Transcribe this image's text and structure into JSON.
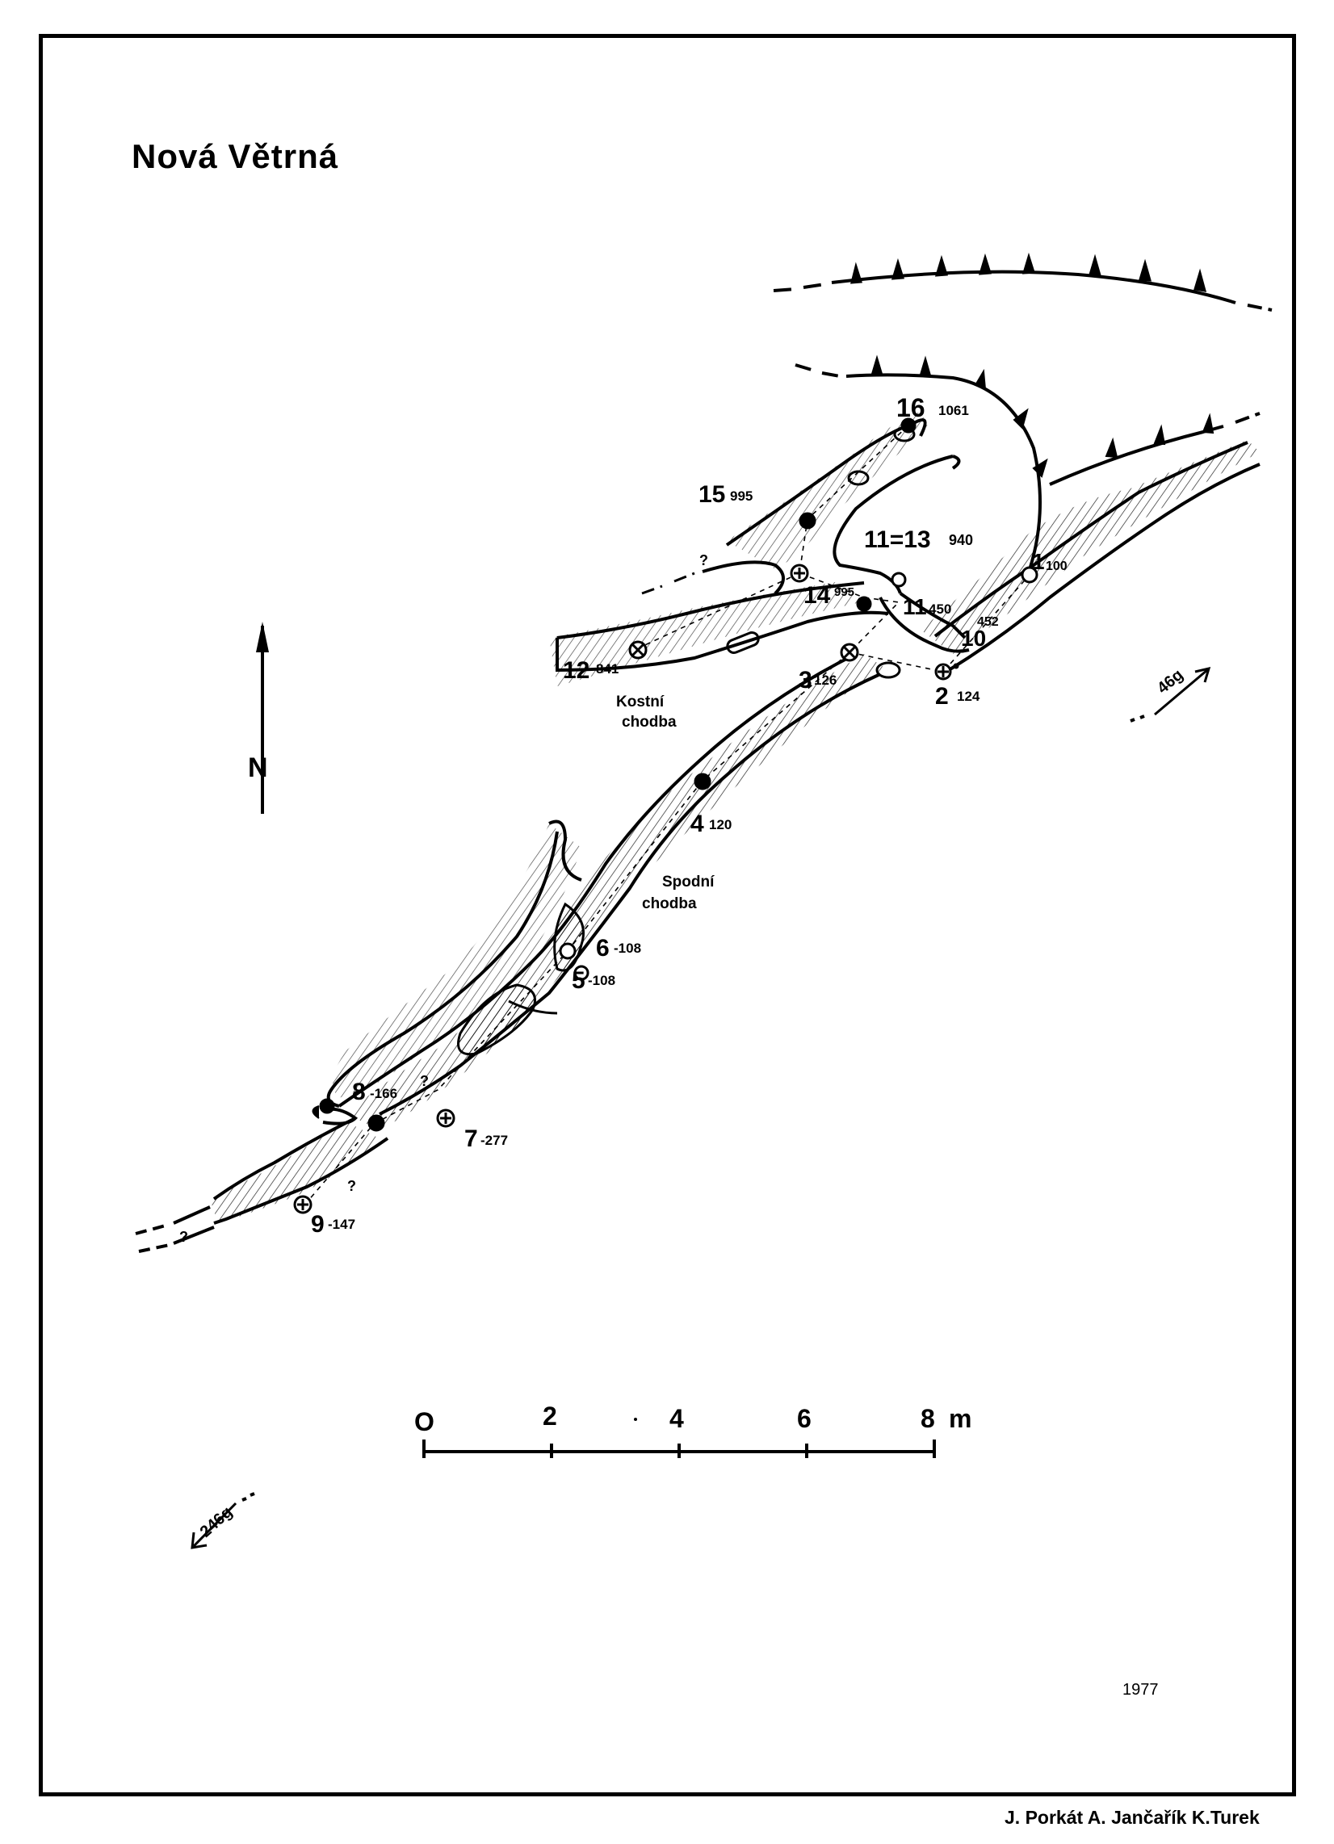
{
  "title": "Nová Větrná",
  "year": "1977",
  "authors": "J. Porkát  A. Jančařík K.Turek",
  "north_label": "N",
  "passages": {
    "upper": [
      "Kostní",
      "chodba"
    ],
    "lower": [
      "Spodní",
      "chodba"
    ]
  },
  "scale": {
    "ticks": [
      "O",
      "2",
      "4",
      "6",
      "8"
    ],
    "unit": "m"
  },
  "bearings": {
    "ne": "46g",
    "sw": "246g"
  },
  "unknown_mark": "?",
  "stations": [
    {
      "id": "16",
      "depth": "1061"
    },
    {
      "id": "15",
      "depth": "995"
    },
    {
      "id": "11=13",
      "depth": "940"
    },
    {
      "id": "14",
      "depth": "995"
    },
    {
      "id": "11",
      "depth": "450"
    },
    {
      "id": "10",
      "depth": "452"
    },
    {
      "id": "1",
      "depth": "100"
    },
    {
      "id": "12",
      "depth": "841"
    },
    {
      "id": "3",
      "depth": "126"
    },
    {
      "id": "2",
      "depth": "124"
    },
    {
      "id": "4",
      "depth": "120"
    },
    {
      "id": "6",
      "depth": "-108"
    },
    {
      "id": "5",
      "depth": "-108"
    },
    {
      "id": "8",
      "depth": "-166"
    },
    {
      "id": "7",
      "depth": "-277"
    },
    {
      "id": "9",
      "depth": "-147"
    }
  ],
  "colors": {
    "ink": "#000000",
    "paper": "#ffffff"
  }
}
